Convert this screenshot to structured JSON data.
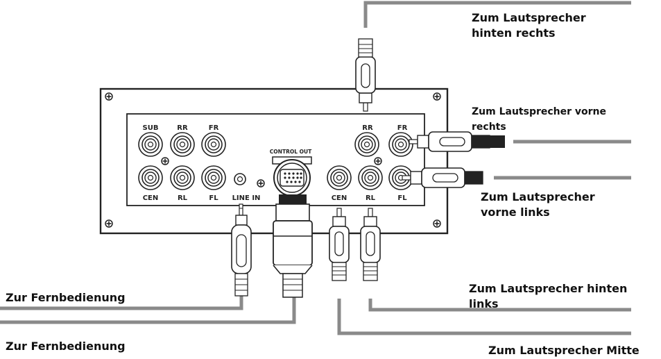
{
  "panel": {
    "left_jack_labels": {
      "sub": "SUB",
      "rr": "RR",
      "fr": "FR",
      "cen": "CEN",
      "rl": "RL",
      "fl": "FL",
      "line_in": "LINE IN"
    },
    "control_out_label": "CONTROL OUT",
    "right_jack_labels": {
      "rr": "RR",
      "fr": "FR",
      "cen": "CEN",
      "rl": "RL",
      "fl": "FL"
    }
  },
  "callouts": {
    "rear_right": [
      "Zum Lautsprecher",
      "hinten rechts"
    ],
    "front_right": [
      "Zum Lautsprecher vorne",
      "rechts"
    ],
    "front_left": [
      "Zum Lautsprecher",
      "vorne links"
    ],
    "rear_left": [
      "Zum Lautsprecher hinten",
      "links"
    ],
    "center": "Zum Lautsprecher Mitte",
    "remote_1": "Zur Fernbedienung",
    "remote_2": "Zur Fernbedienung"
  },
  "colors": {
    "cable": "#8a8a8a",
    "outline": "#222222",
    "panel_fill": "#ffffff"
  }
}
